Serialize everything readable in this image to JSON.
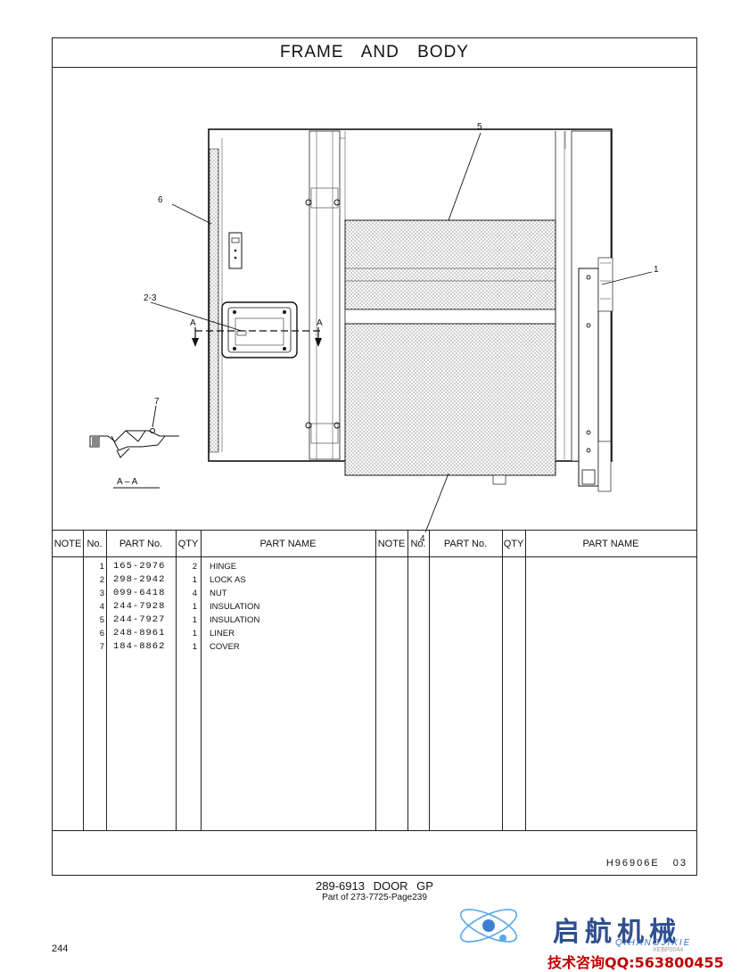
{
  "page_title": "FRAME AND BODY",
  "callouts": {
    "c1": "1",
    "c23": "2-3",
    "c4": "4",
    "c5": "5",
    "c6": "6",
    "c7": "7",
    "section_a_left": "A",
    "section_a_right": "A",
    "section_label": "A – A"
  },
  "table": {
    "headers": {
      "note": "NOTE",
      "no": "No.",
      "part_no": "PART No.",
      "qty": "QTY",
      "part_name": "PART NAME",
      "note2": "NOTE",
      "no2": "No.",
      "part_no2": "PART No.",
      "qty2": "QTY",
      "part_name2": "PART NAME"
    },
    "rows": [
      {
        "no": "1",
        "part_no": "165-2976",
        "qty": "2",
        "name": "HINGE"
      },
      {
        "no": "2",
        "part_no": "298-2942",
        "qty": "1",
        "name": "LOCK AS"
      },
      {
        "no": "3",
        "part_no": "099-6418",
        "qty": "4",
        "name": "NUT"
      },
      {
        "no": "4",
        "part_no": "244-7928",
        "qty": "1",
        "name": "INSULATION"
      },
      {
        "no": "5",
        "part_no": "244-7927",
        "qty": "1",
        "name": "INSULATION"
      },
      {
        "no": "6",
        "part_no": "248-8961",
        "qty": "1",
        "name": "LINER"
      },
      {
        "no": "7",
        "part_no": "184-8862",
        "qty": "1",
        "name": "COVER"
      }
    ]
  },
  "illustration_code": "H96906E   03",
  "caption": {
    "line1": "289-6913  DOOR GP",
    "line2": "Part of 273-7725-Page239"
  },
  "page_number": "244",
  "watermark": {
    "cn": "启航机械",
    "en": "QIHANGJIXIE",
    "small": "XEBP0044",
    "contact": "技术咨询QQ:563800455"
  }
}
